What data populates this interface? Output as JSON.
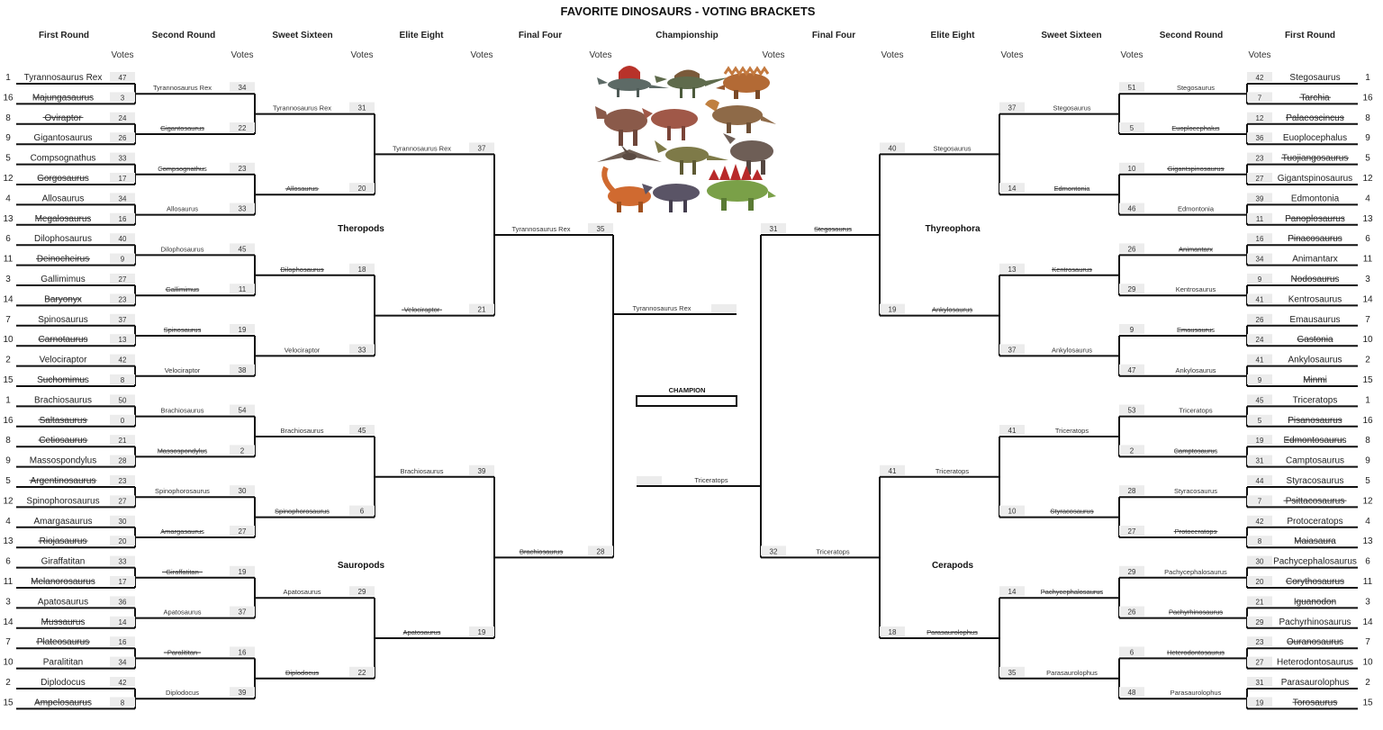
{
  "title": "FAVORITE DINOSAURS - VOTING BRACKETS",
  "round_headers": {
    "left": [
      "First Round",
      "Second Round",
      "Sweet Sixteen",
      "Elite Eight",
      "Final Four"
    ],
    "center": "Championship",
    "right": [
      "Final Four",
      "Elite Eight",
      "Sweet Sixteen",
      "Second Round",
      "First Round"
    ]
  },
  "votes_label": "Votes",
  "champion_label": "CHAMPION",
  "champion_value": "",
  "image_alt": "dinosaur-collage",
  "regions": {
    "top_left": "Theropods",
    "bottom_left": "Sauropods",
    "top_right": "Thyreophora",
    "bottom_right": "Cerapods"
  },
  "left": {
    "round1": [
      {
        "seed": "1",
        "name": "Tyrannosaurus Rex",
        "votes": "47",
        "out": false
      },
      {
        "seed": "16",
        "name": "Majungasaurus",
        "votes": "3",
        "out": true
      },
      {
        "seed": "8",
        "name": "Oviraptor",
        "votes": "24",
        "out": true
      },
      {
        "seed": "9",
        "name": "Gigantosaurus",
        "votes": "26",
        "out": false
      },
      {
        "seed": "5",
        "name": "Compsognathus",
        "votes": "33",
        "out": false
      },
      {
        "seed": "12",
        "name": "Gorgosaurus",
        "votes": "17",
        "out": true
      },
      {
        "seed": "4",
        "name": "Allosaurus",
        "votes": "34",
        "out": false
      },
      {
        "seed": "13",
        "name": "Megalosaurus",
        "votes": "16",
        "out": true
      },
      {
        "seed": "6",
        "name": "Dilophosaurus",
        "votes": "40",
        "out": false
      },
      {
        "seed": "11",
        "name": "Deinocheirus",
        "votes": "9",
        "out": true
      },
      {
        "seed": "3",
        "name": "Gallimimus",
        "votes": "27",
        "out": false
      },
      {
        "seed": "14",
        "name": "Baryonyx",
        "votes": "23",
        "out": true
      },
      {
        "seed": "7",
        "name": "Spinosaurus",
        "votes": "37",
        "out": false
      },
      {
        "seed": "10",
        "name": "Carnotaurus",
        "votes": "13",
        "out": true
      },
      {
        "seed": "2",
        "name": "Velociraptor",
        "votes": "42",
        "out": false
      },
      {
        "seed": "15",
        "name": "Suchomimus",
        "votes": "8",
        "out": true
      },
      {
        "seed": "1",
        "name": "Brachiosaurus",
        "votes": "50",
        "out": false
      },
      {
        "seed": "16",
        "name": "Saltasaurus",
        "votes": "0",
        "out": true
      },
      {
        "seed": "8",
        "name": "Cetiosaurus",
        "votes": "21",
        "out": true
      },
      {
        "seed": "9",
        "name": "Massospondylus",
        "votes": "28",
        "out": false
      },
      {
        "seed": "5",
        "name": "Argentinosaurus",
        "votes": "23",
        "out": true
      },
      {
        "seed": "12",
        "name": "Spinophorosaurus",
        "votes": "27",
        "out": false
      },
      {
        "seed": "4",
        "name": "Amargasaurus",
        "votes": "30",
        "out": false
      },
      {
        "seed": "13",
        "name": "Riojasaurus",
        "votes": "20",
        "out": true
      },
      {
        "seed": "6",
        "name": "Giraffatitan",
        "votes": "33",
        "out": false
      },
      {
        "seed": "11",
        "name": "Melanorosaurus",
        "votes": "17",
        "out": true
      },
      {
        "seed": "3",
        "name": "Apatosaurus",
        "votes": "36",
        "out": false
      },
      {
        "seed": "14",
        "name": "Mussaurus",
        "votes": "14",
        "out": true
      },
      {
        "seed": "7",
        "name": "Plateosaurus",
        "votes": "16",
        "out": true
      },
      {
        "seed": "10",
        "name": "Paralititan",
        "votes": "34",
        "out": false
      },
      {
        "seed": "2",
        "name": "Diplodocus",
        "votes": "42",
        "out": false
      },
      {
        "seed": "15",
        "name": "Ampelosaurus",
        "votes": "8",
        "out": true
      }
    ],
    "round2": [
      {
        "name": "Tyrannosaurus Rex",
        "votes": "34",
        "out": false
      },
      {
        "name": "Gigantosaurus",
        "votes": "22",
        "out": true
      },
      {
        "name": "Compsognathus",
        "votes": "23",
        "out": true
      },
      {
        "name": "Allosaurus",
        "votes": "33",
        "out": false
      },
      {
        "name": "Dilophosaurus",
        "votes": "45",
        "out": false
      },
      {
        "name": "Gallimimus",
        "votes": "11",
        "out": true
      },
      {
        "name": "Spinosaurus",
        "votes": "19",
        "out": true
      },
      {
        "name": "Velociraptor",
        "votes": "38",
        "out": false
      },
      {
        "name": "Brachiosaurus",
        "votes": "54",
        "out": false
      },
      {
        "name": "Massospondylus",
        "votes": "2",
        "out": true
      },
      {
        "name": "Spinophorosaurus",
        "votes": "30",
        "out": false
      },
      {
        "name": "Amargasaurus",
        "votes": "27",
        "out": true
      },
      {
        "name": "Giraffatitan",
        "votes": "19",
        "out": true
      },
      {
        "name": "Apatosaurus",
        "votes": "37",
        "out": false
      },
      {
        "name": "Paralititan",
        "votes": "16",
        "out": true
      },
      {
        "name": "Diplodocus",
        "votes": "39",
        "out": false
      }
    ],
    "round3": [
      {
        "name": "Tyrannosaurus Rex",
        "votes": "31",
        "out": false
      },
      {
        "name": "Allosaurus",
        "votes": "20",
        "out": true
      },
      {
        "name": "Dilophosaurus",
        "votes": "18",
        "out": true
      },
      {
        "name": "Velociraptor",
        "votes": "33",
        "out": false
      },
      {
        "name": "Brachiosaurus",
        "votes": "45",
        "out": false
      },
      {
        "name": "Spinophorosaurus",
        "votes": "6",
        "out": true
      },
      {
        "name": "Apatosaurus",
        "votes": "29",
        "out": false
      },
      {
        "name": "Diplodocus",
        "votes": "22",
        "out": true
      }
    ],
    "round4": [
      {
        "name": "Tyrannosaurus Rex",
        "votes": "37",
        "out": false
      },
      {
        "name": "Velociraptor",
        "votes": "21",
        "out": true
      },
      {
        "name": "Brachiosaurus",
        "votes": "39",
        "out": false
      },
      {
        "name": "Apatosaurus",
        "votes": "19",
        "out": true
      }
    ],
    "round5": [
      {
        "name": "Tyrannosaurus Rex",
        "votes": "35",
        "out": false
      },
      {
        "name": "Brachiosaurus",
        "votes": "28",
        "out": true
      }
    ],
    "final": {
      "name": "Tyrannosaurus Rex",
      "votes": "",
      "out": false
    }
  },
  "right": {
    "round1": [
      {
        "seed": "1",
        "name": "Stegosaurus",
        "votes": "42",
        "out": false
      },
      {
        "seed": "16",
        "name": "Tarchia",
        "votes": "7",
        "out": true
      },
      {
        "seed": "8",
        "name": "Palaeoscincus",
        "votes": "12",
        "out": true
      },
      {
        "seed": "9",
        "name": "Euoplocephalus",
        "votes": "36",
        "out": false
      },
      {
        "seed": "5",
        "name": "Tuojiangosaurus",
        "votes": "23",
        "out": true
      },
      {
        "seed": "12",
        "name": "Gigantspinosaurus",
        "votes": "27",
        "out": false
      },
      {
        "seed": "4",
        "name": "Edmontonia",
        "votes": "39",
        "out": false
      },
      {
        "seed": "13",
        "name": "Panoplosaurus",
        "votes": "11",
        "out": true
      },
      {
        "seed": "6",
        "name": "Pinacosaurus",
        "votes": "16",
        "out": true
      },
      {
        "seed": "11",
        "name": "Animantarx",
        "votes": "34",
        "out": false
      },
      {
        "seed": "3",
        "name": "Nodosaurus",
        "votes": "9",
        "out": true
      },
      {
        "seed": "14",
        "name": "Kentrosaurus",
        "votes": "41",
        "out": false
      },
      {
        "seed": "7",
        "name": "Emausaurus",
        "votes": "26",
        "out": false
      },
      {
        "seed": "10",
        "name": "Gastonia",
        "votes": "24",
        "out": true
      },
      {
        "seed": "2",
        "name": "Ankylosaurus",
        "votes": "41",
        "out": false
      },
      {
        "seed": "15",
        "name": "Minmi",
        "votes": "9",
        "out": true
      },
      {
        "seed": "1",
        "name": "Triceratops",
        "votes": "45",
        "out": false
      },
      {
        "seed": "16",
        "name": "Pisanosaurus",
        "votes": "5",
        "out": true
      },
      {
        "seed": "8",
        "name": "Edmontosaurus",
        "votes": "19",
        "out": true
      },
      {
        "seed": "9",
        "name": "Camptosaurus",
        "votes": "31",
        "out": false
      },
      {
        "seed": "5",
        "name": "Styracosaurus",
        "votes": "44",
        "out": false
      },
      {
        "seed": "12",
        "name": "Psittacosaurus",
        "votes": "7",
        "out": true
      },
      {
        "seed": "4",
        "name": "Protoceratops",
        "votes": "42",
        "out": false
      },
      {
        "seed": "13",
        "name": "Maiasaura",
        "votes": "8",
        "out": true
      },
      {
        "seed": "6",
        "name": "Pachycephalosaurus",
        "votes": "30",
        "out": false
      },
      {
        "seed": "11",
        "name": "Corythosaurus",
        "votes": "20",
        "out": true
      },
      {
        "seed": "3",
        "name": "Iguanodon",
        "votes": "21",
        "out": true
      },
      {
        "seed": "14",
        "name": "Pachyrhinosaurus",
        "votes": "29",
        "out": false
      },
      {
        "seed": "7",
        "name": "Ouranosaurus",
        "votes": "23",
        "out": true
      },
      {
        "seed": "10",
        "name": "Heterodontosaurus",
        "votes": "27",
        "out": false
      },
      {
        "seed": "2",
        "name": "Parasaurolophus",
        "votes": "31",
        "out": false
      },
      {
        "seed": "15",
        "name": "Torosaurus",
        "votes": "19",
        "out": true
      }
    ],
    "round2": [
      {
        "name": "Stegosaurus",
        "votes": "51",
        "out": false
      },
      {
        "name": "Euoplocephalus",
        "votes": "5",
        "out": true
      },
      {
        "name": "Gigantspinosaurus",
        "votes": "10",
        "out": true
      },
      {
        "name": "Edmontonia",
        "votes": "46",
        "out": false
      },
      {
        "name": "Animantarx",
        "votes": "26",
        "out": true
      },
      {
        "name": "Kentrosaurus",
        "votes": "29",
        "out": false
      },
      {
        "name": "Emausaurus",
        "votes": "9",
        "out": true
      },
      {
        "name": "Ankylosaurus",
        "votes": "47",
        "out": false
      },
      {
        "name": "Triceratops",
        "votes": "53",
        "out": false
      },
      {
        "name": "Camptosaurus",
        "votes": "2",
        "out": true
      },
      {
        "name": "Styracosaurus",
        "votes": "28",
        "out": false
      },
      {
        "name": "Protoceratops",
        "votes": "27",
        "out": true
      },
      {
        "name": "Pachycephalosaurus",
        "votes": "29",
        "out": false
      },
      {
        "name": "Pachyrhinosaurus",
        "votes": "26",
        "out": true
      },
      {
        "name": "Heterodontosaurus",
        "votes": "6",
        "out": true
      },
      {
        "name": "Parasaurolophus",
        "votes": "48",
        "out": false
      }
    ],
    "round3": [
      {
        "name": "Stegosaurus",
        "votes": "37",
        "out": false
      },
      {
        "name": "Edmontonia",
        "votes": "14",
        "out": true
      },
      {
        "name": "Kentrosaurus",
        "votes": "13",
        "out": true
      },
      {
        "name": "Ankylosaurus",
        "votes": "37",
        "out": false
      },
      {
        "name": "Triceratops",
        "votes": "41",
        "out": false
      },
      {
        "name": "Styracosaurus",
        "votes": "10",
        "out": true
      },
      {
        "name": "Pachycephalosaurus",
        "votes": "14",
        "out": true
      },
      {
        "name": "Parasaurolophus",
        "votes": "35",
        "out": false
      }
    ],
    "round4": [
      {
        "name": "Stegosaurus",
        "votes": "40",
        "out": false
      },
      {
        "name": "Ankylosaurus",
        "votes": "19",
        "out": true
      },
      {
        "name": "Triceratops",
        "votes": "41",
        "out": false
      },
      {
        "name": "Parasaurolophus",
        "votes": "18",
        "out": true
      }
    ],
    "round5": [
      {
        "name": "Stegosaurus",
        "votes": "31",
        "out": true
      },
      {
        "name": "Triceratops",
        "votes": "32",
        "out": false
      }
    ],
    "final": {
      "name": "Triceratops",
      "votes": "",
      "out": false
    }
  }
}
